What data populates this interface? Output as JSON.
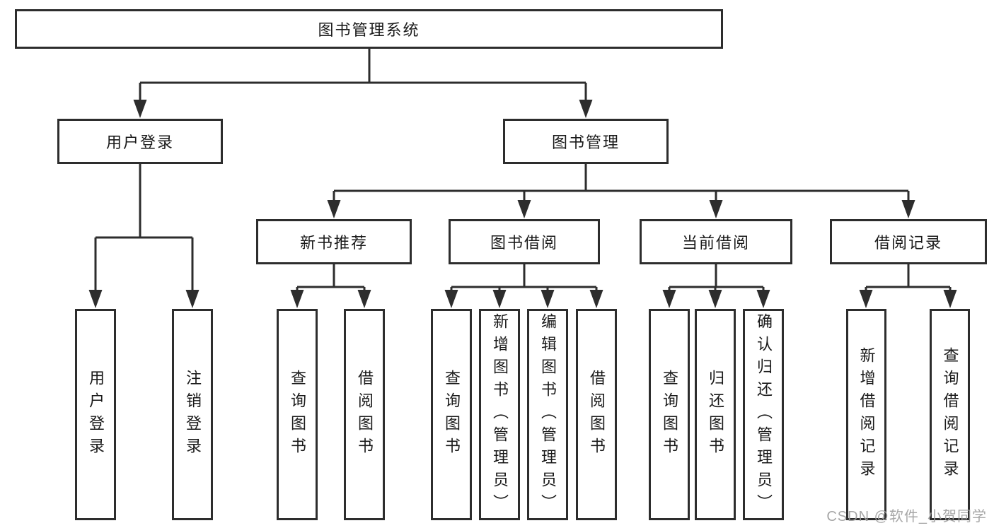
{
  "tree": {
    "label": "图书管理系统",
    "children": [
      {
        "label": "用户登录",
        "children": [
          {
            "label": "用户登录"
          },
          {
            "label": "注销登录"
          }
        ]
      },
      {
        "label": "图书管理",
        "children": [
          {
            "label": "新书推荐",
            "children": [
              {
                "label": "查询图书"
              },
              {
                "label": "借阅图书"
              }
            ]
          },
          {
            "label": "图书借阅",
            "children": [
              {
                "label": "查询图书"
              },
              {
                "label": "新增图书（管理员）"
              },
              {
                "label": "编辑图书（管理员）"
              },
              {
                "label": "借阅图书"
              }
            ]
          },
          {
            "label": "当前借阅",
            "children": [
              {
                "label": "查询图书"
              },
              {
                "label": "归还图书"
              },
              {
                "label": "确认归还（管理员）"
              }
            ]
          },
          {
            "label": "借阅记录",
            "children": [
              {
                "label": "新增借阅记录"
              },
              {
                "label": "查询借阅记录"
              }
            ]
          }
        ]
      }
    ]
  },
  "watermark": {
    "text": "CSDN @软件_小贺同学"
  },
  "colors": {
    "line": "#2d2d2d",
    "text": "#1a1a1a",
    "box_background": "#ffffff",
    "watermark": "#a3a3a3"
  }
}
